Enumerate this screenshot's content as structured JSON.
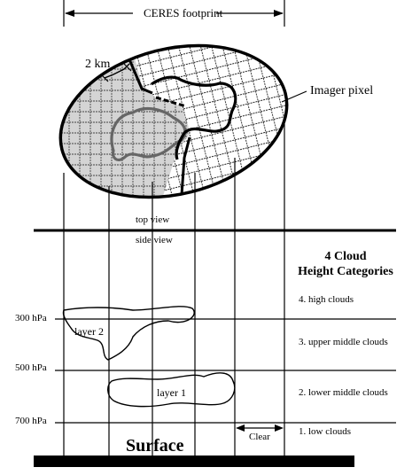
{
  "labels": {
    "footprint": "CERES footprint",
    "scale": "2 km",
    "imager_pixel": "Imager pixel",
    "top_view": "top view",
    "side_view": "side view",
    "categories_title_line1": "4 Cloud",
    "categories_title_line2": "Height Categories",
    "surface": "Surface",
    "clear": "Clear"
  },
  "pressure_levels": [
    "300 hPa",
    "500 hPa",
    "700 hPa"
  ],
  "cloud_layers": [
    "layer 2",
    "layer 1"
  ],
  "categories": [
    "4. high clouds",
    "3. upper middle clouds",
    "2. lower middle clouds",
    "1. low clouds"
  ]
}
